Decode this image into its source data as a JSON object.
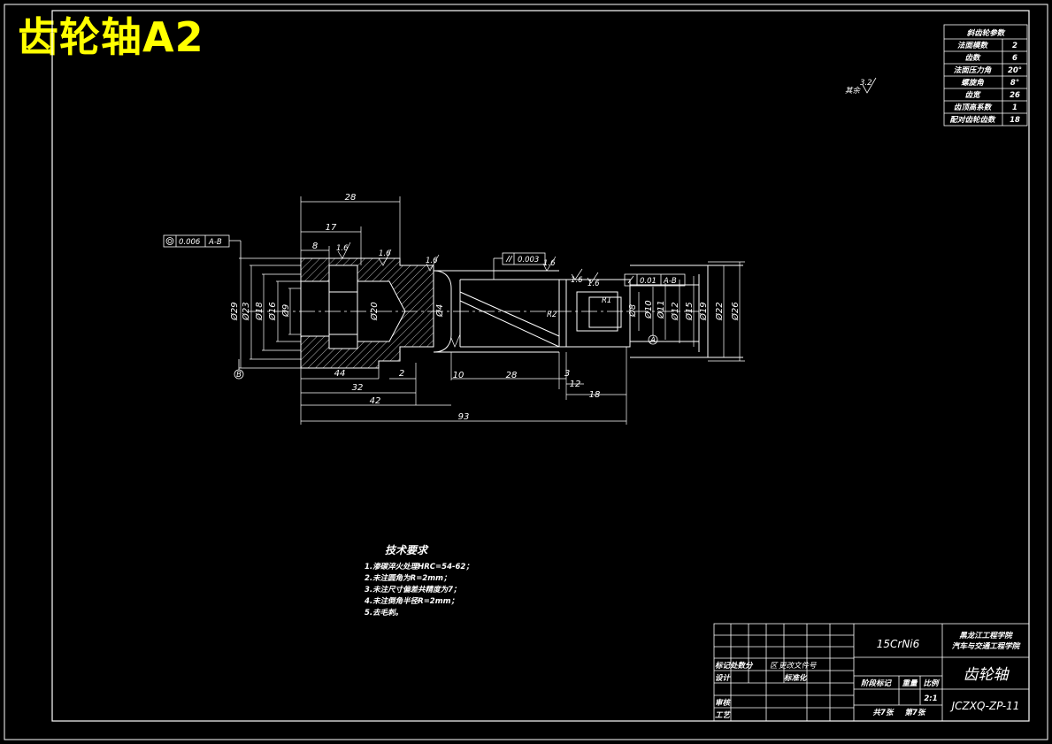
{
  "sheet_title": "齿轮轴A2",
  "gear_parameters": {
    "title": "斜齿轮参数",
    "rows": [
      {
        "label": "法面模数",
        "value": "2"
      },
      {
        "label": "齿数",
        "value": "6"
      },
      {
        "label": "法面压力角",
        "value": "20°"
      },
      {
        "label": "螺旋角",
        "value": "8°"
      },
      {
        "label": "齿宽",
        "value": "26"
      },
      {
        "label": "齿顶高系数",
        "value": "1"
      },
      {
        "label": "配对齿轮齿数",
        "value": "18"
      }
    ]
  },
  "surface_note": {
    "prefix": "其余",
    "value": "3.2"
  },
  "tolerances": {
    "runout_value": "0.006",
    "runout_datum": "A-B",
    "parallel_value": "0.003",
    "straight_value": "0.01",
    "straight_datum": "A-B",
    "datum_a": "A",
    "datum_b": "B"
  },
  "roughness": {
    "r1": "1.6",
    "r2": "1.6",
    "r3": "1.6",
    "r4": "1.6",
    "r5": "1.6",
    "r6": "1.6"
  },
  "dimensions": {
    "top_28": "28",
    "top_17": "17",
    "top_8": "8",
    "d29": "Ø29",
    "d23": "Ø23",
    "d18": "Ø18",
    "d16": "Ø16",
    "d9": "Ø9",
    "d20": "Ø20",
    "d4": "Ø4",
    "d8": "Ø8",
    "d10": "Ø10",
    "d11": "Ø11",
    "d12": "Ø12",
    "d15": "Ø15",
    "d19": "Ø19",
    "d22": "Ø22",
    "d26": "Ø26",
    "r2": "R2",
    "r1": "R1",
    "b44": "44",
    "b2": "2",
    "b10": "10",
    "b28": "28",
    "b3": "3",
    "b12": "12",
    "b32": "32",
    "b18": "18",
    "b42": "42",
    "b93": "93"
  },
  "technical_requirements": {
    "heading": "技术要求",
    "items": [
      "1.渗碳淬火处理HRC=54-62；",
      "2.未注圆角为R=2mm；",
      "3.未注尺寸偏差共精度为7；",
      "4.未注倒角半径R=2mm；",
      "5.去毛刺。"
    ]
  },
  "title_block": {
    "material": "15CrNi6",
    "school_line1": "黑龙江工程学院",
    "school_line2": "汽车与交通工程学院",
    "part_name": "齿轮轴",
    "drawing_number": "JCZXQ-ZP-11",
    "scale": "2:1",
    "sheets": "共7张",
    "sheet_no": "第7张",
    "col_stage": "阶段标记",
    "col_weight": "重量",
    "col_scale": "比例",
    "row_marks": "标记处数分",
    "row_file": "区",
    "row_file_no": "更改文件号",
    "row_design": "设计",
    "row_standard": "标准化",
    "row_review": "审核",
    "row_process": "工艺"
  }
}
